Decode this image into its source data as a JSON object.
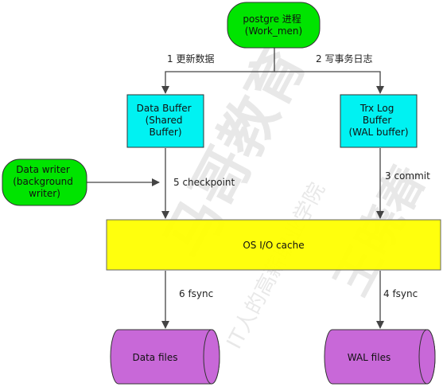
{
  "nodes": {
    "postgre_process": {
      "lines": [
        "postgre 进程",
        "(Work_men)"
      ],
      "fill": "#00e400"
    },
    "data_buffer": {
      "lines": [
        "Data Buffer",
        "(Shared",
        "Buffer)"
      ],
      "fill": "#00f2f2"
    },
    "trx_log_buffer": {
      "lines": [
        "Trx Log",
        "Buffer",
        "(WAL buffer)"
      ],
      "fill": "#00f2f2"
    },
    "data_writer": {
      "lines": [
        "Data writer",
        "(background",
        "writer)"
      ],
      "fill": "#00e400"
    },
    "os_io_cache": {
      "label": "OS I/O cache",
      "fill": "#ffff00"
    },
    "data_files": {
      "label": "Data files",
      "fill": "#c868d8"
    },
    "wal_files": {
      "label": "WAL files",
      "fill": "#c868d8"
    }
  },
  "edges": {
    "update_data": "1 更新数据",
    "write_log": "2 写事务日志",
    "commit": "3 commit",
    "fsync_wal": "4 fsync",
    "checkpoint": "5 checkpoint",
    "fsync_data": "6 fsync"
  },
  "watermark": {
    "left_brand": "马哥教育",
    "arc_text": "IT人的高薪职业学院",
    "right_name": "王晓春"
  }
}
